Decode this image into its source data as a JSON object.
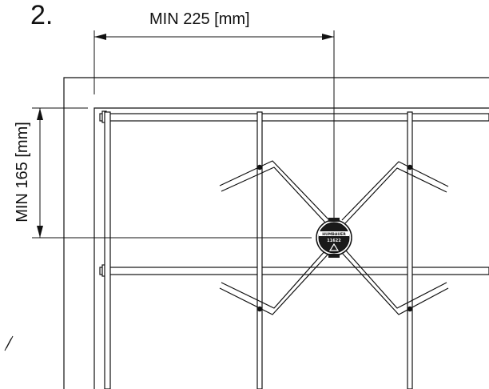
{
  "step": {
    "number": "2."
  },
  "dimensions": {
    "horizontal_label": "MIN 225 [mm]",
    "vertical_label": "MIN 165 [mm]"
  },
  "device": {
    "brand_text": "HUMBAUER",
    "model_text": "11622",
    "logo_icon": "recycle-triangle-icon",
    "body_color": "#1a1a1a"
  }
}
